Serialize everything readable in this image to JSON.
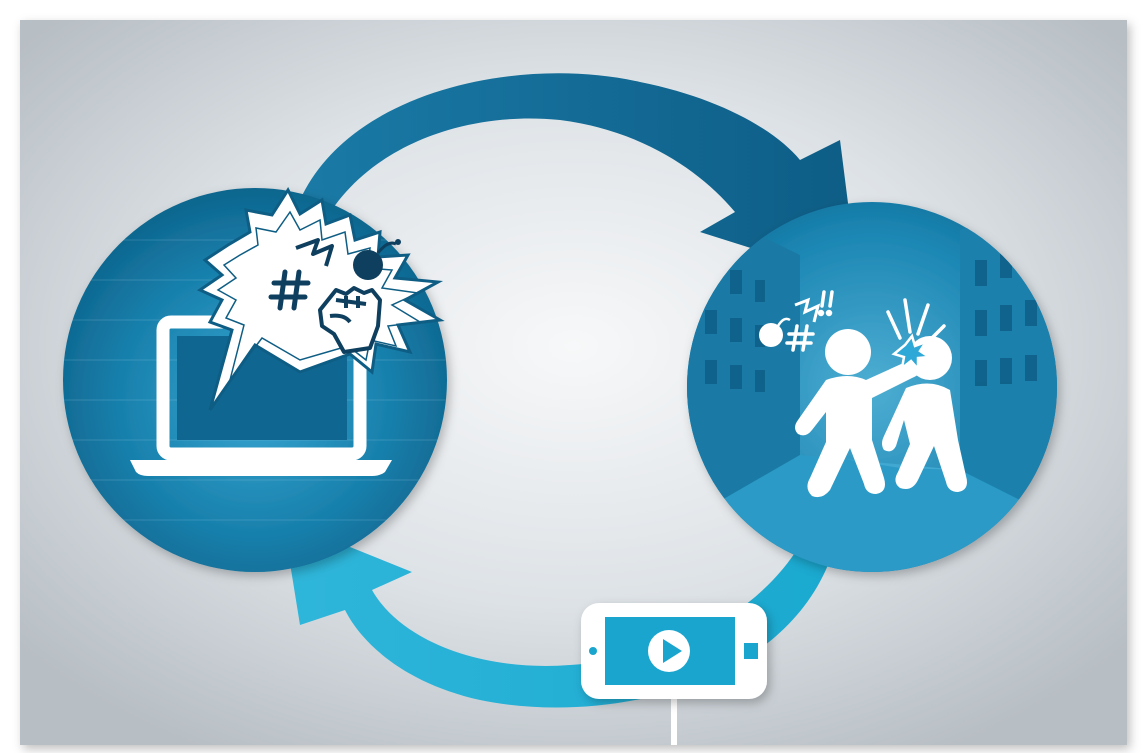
{
  "diagram": {
    "left_node": {
      "icon": "laptop-icon",
      "speech_bubble_icon": "angry-speech-bubble-icon",
      "speech_bubble_symbols": [
        "hash-symbol-icon",
        "lightning-icon",
        "bomb-icon",
        "raised-fist-icon"
      ]
    },
    "right_node": {
      "icon": "people-fighting-icon",
      "background": "city-street-photo",
      "symbols": [
        "bomb-icon",
        "hash-symbol-icon",
        "lightning-icon",
        "exclamation-icon",
        "impact-burst-icon"
      ]
    },
    "top_arrow": {
      "direction": "left-to-right",
      "icon": "arrow-icon"
    },
    "bottom_arrow": {
      "direction": "right-to-left",
      "icon": "arrow-icon"
    },
    "phone": {
      "icon": "smartphone-icon",
      "screen_icon": "play-icon"
    }
  },
  "colors": {
    "dark_blue": "#0f6f96",
    "medium_blue": "#1890bd",
    "cyan": "#16a8cf",
    "background_light": "#eef1f3",
    "background_gray": "#b7bec4"
  }
}
